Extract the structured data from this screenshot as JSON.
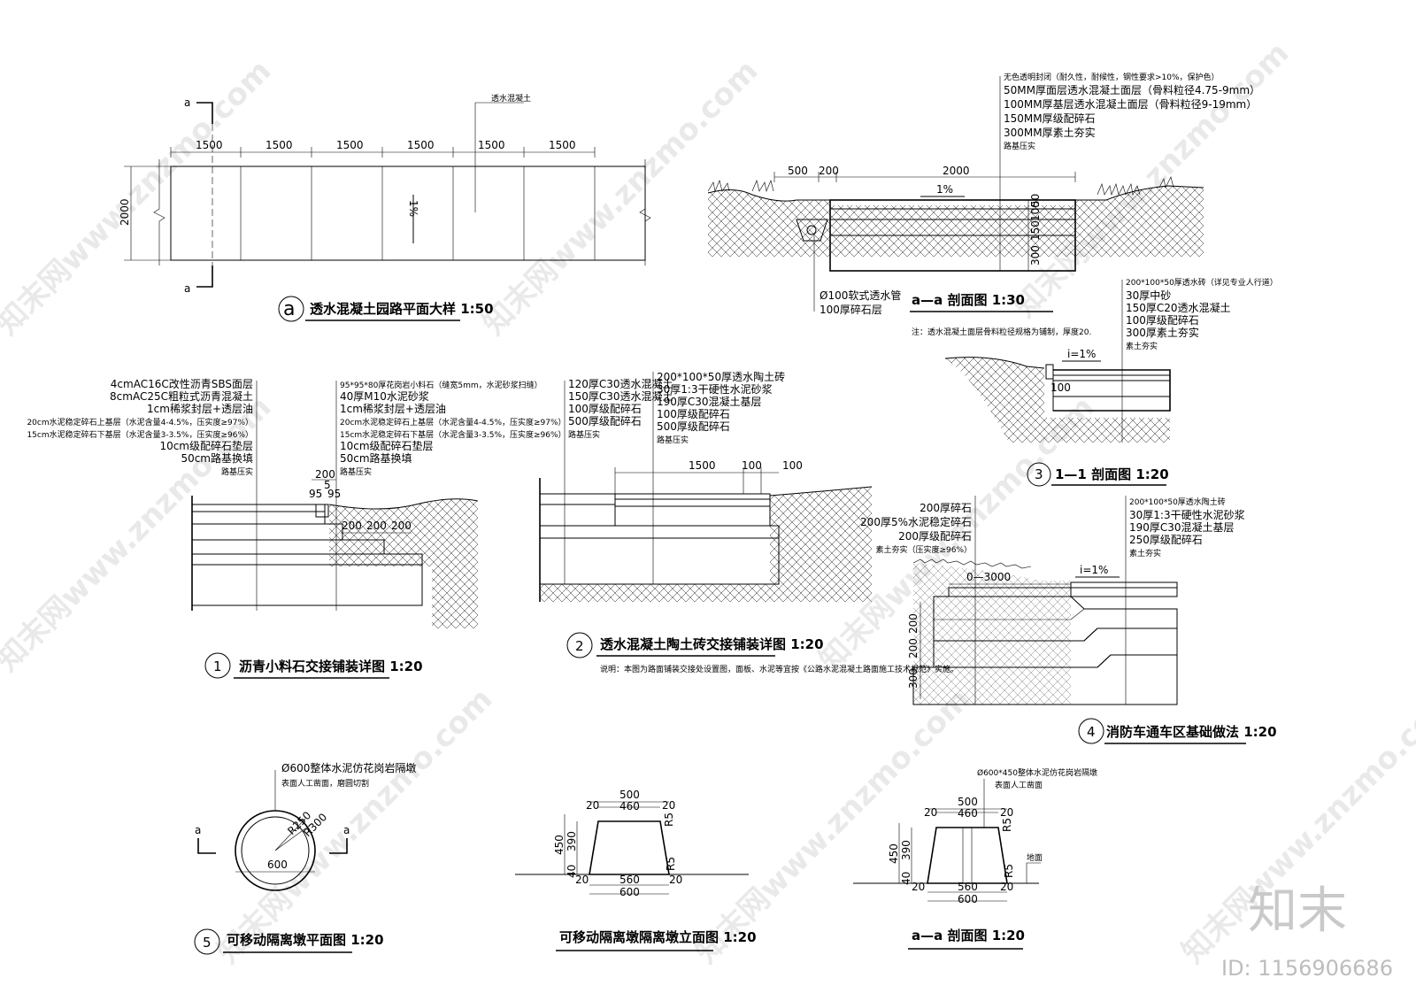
{
  "plan_a": {
    "dims": [
      "1500",
      "1500",
      "1500",
      "1500",
      "1500",
      "1500"
    ],
    "width_dim": "2000",
    "slope": "1%",
    "section_mark": "a",
    "note": "透水混凝土",
    "title_mark": "a",
    "title": "透水混凝土园路平面大样 1:50"
  },
  "section_aa_top": {
    "layers": [
      "无色透明封闭（耐久性，耐候性，钢性要求>10%，保护色）",
      "50MM厚面层透水混凝土面层（骨料粒径4.75-9mm）",
      "100MM厚基层透水混凝土面层（骨料粒径9-19mm）",
      "150MM厚级配碎石",
      "300MM厚素土夯实",
      "路基压实"
    ],
    "dims_top": [
      "500",
      "200",
      "2000"
    ],
    "slope": "1%",
    "dims_side": [
      "50",
      "100",
      "150",
      "300"
    ],
    "pipe_notes": [
      "Ø100软式透水管",
      "100厚碎石层"
    ],
    "title": "a—a 剖面图 1:30",
    "note": "注：透水混凝土面层骨料粒径规格为铺制，厚度20."
  },
  "detail_3": {
    "layers": [
      "200*100*50厚透水砖（详见专业人行道）",
      "30厚中砂",
      "150厚C20透水混凝土",
      "100厚级配碎石",
      "300厚素土夯实",
      "素土夯实"
    ],
    "slope": "i=1%",
    "dim": "100",
    "number": "3",
    "title": "1—1 剖面图 1:20"
  },
  "detail_1": {
    "left_layers": [
      "4cmAC16C改性沥青SBS面层",
      "8cmAC25C粗粒式沥青混凝土",
      "1cm稀浆封层+透层油",
      "20cm水泥稳定碎石上基层（水泥含量4-4.5%，压实度≥97%）",
      "15cm水泥稳定碎石下基层（水泥含量3-3.5%，压实度≥96%）",
      "10cm级配碎石垫层",
      "50cm路基换填",
      "路基压实"
    ],
    "right_layers": [
      "95*95*80厚花岗岩小料石（缝宽5mm，水泥砂浆扫缝）",
      "40厚M10水泥砂浆",
      "1cm稀浆封层+透层油",
      "20cm水泥稳定碎石上基层（水泥含量4-4.5%，压实度≥97%）",
      "15cm水泥稳定碎石下基层（水泥含量3-3.5%，压实度≥96%）",
      "10cm级配碎石垫层",
      "50cm路基换填",
      "路基压实"
    ],
    "dims": [
      "200",
      "5",
      "95",
      "95",
      "200",
      "200",
      "200"
    ],
    "number": "1",
    "title": "沥青小料石交接铺装详图 1:20"
  },
  "detail_2": {
    "left_layers": [
      "120厚C30透水混凝土",
      "150厚C30透水混凝土",
      "100厚级配碎石",
      "500厚级配碎石",
      "路基压实"
    ],
    "right_layers": [
      "200*100*50厚透水陶土砖",
      "30厚1:3干硬性水泥砂浆",
      "190厚C30混凝土基层",
      "100厚级配碎石",
      "500厚级配碎石",
      "路基压实"
    ],
    "dims": [
      "1500",
      "100",
      "100"
    ],
    "number": "2",
    "title": "透水混凝土陶土砖交接铺装详图 1:20",
    "note": "说明：本图为路面铺装交接处设置图，面板、水泥等宜按《公路水泥混凝土路面施工技术规范》实施。"
  },
  "detail_4": {
    "left_layers": [
      "200厚碎石",
      "200厚5%水泥稳定碎石",
      "200厚级配碎石",
      "素土夯实（压实度≥96%）"
    ],
    "right_layers": [
      "200*100*50厚透水陶土砖",
      "30厚1:3干硬性水泥砂浆",
      "190厚C30混凝土基层",
      "250厚级配碎石",
      "素土夯实"
    ],
    "slope": "i=1%",
    "range": "0—3000",
    "dims_side": [
      "200",
      "200",
      "300"
    ],
    "number": "4",
    "title": "消防车通车区基础做法 1:20"
  },
  "detail_5": {
    "note_lines": [
      "Ø600整体水泥仿花岗岩隔墩",
      "表面人工凿面，磨圆切割"
    ],
    "r1": "R250",
    "r2": "R300",
    "dia": "600",
    "mark": "a",
    "number": "5",
    "title": "可移动隔离墩平面图 1:20"
  },
  "elevation": {
    "dims": [
      "500",
      "20",
      "460",
      "20",
      "R5",
      "450",
      "390",
      "40",
      "R5",
      "20",
      "560",
      "20",
      "600"
    ],
    "title": "可移动隔离墩隔离墩立面图 1:20"
  },
  "section_aa_bottom": {
    "note_lines": [
      "Ø600*450整体水泥仿花岗岩隔墩",
      "表面人工凿面"
    ],
    "ground": "地面",
    "dims": [
      "500",
      "20",
      "460",
      "20",
      "R5",
      "450",
      "390",
      "40",
      "R5",
      "20",
      "560",
      "20",
      "600"
    ],
    "title": "a—a 剖面图 1:20"
  },
  "brand": {
    "logo": "知末",
    "id": "ID: 1156906686",
    "watermark": "知末网www.znzmo.com"
  }
}
